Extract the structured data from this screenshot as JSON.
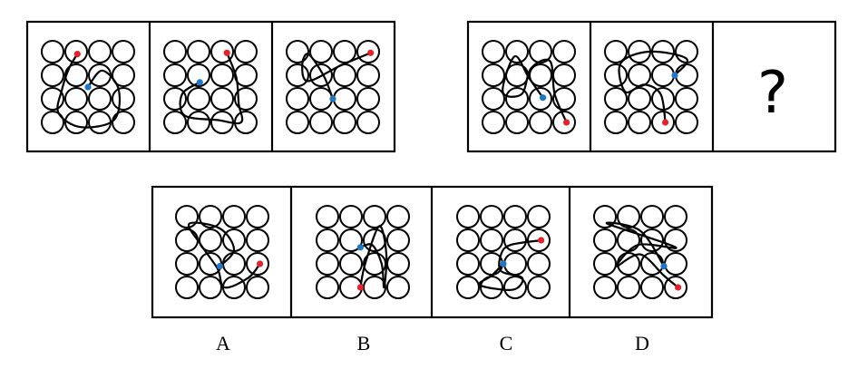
{
  "question_mark": "?",
  "options": [
    {
      "label": "A"
    },
    {
      "label": "B"
    },
    {
      "label": "C"
    },
    {
      "label": "D"
    }
  ],
  "colors": {
    "red_dot": "#e8202a",
    "blue_dot": "#1f77c8",
    "line": "#000000"
  }
}
